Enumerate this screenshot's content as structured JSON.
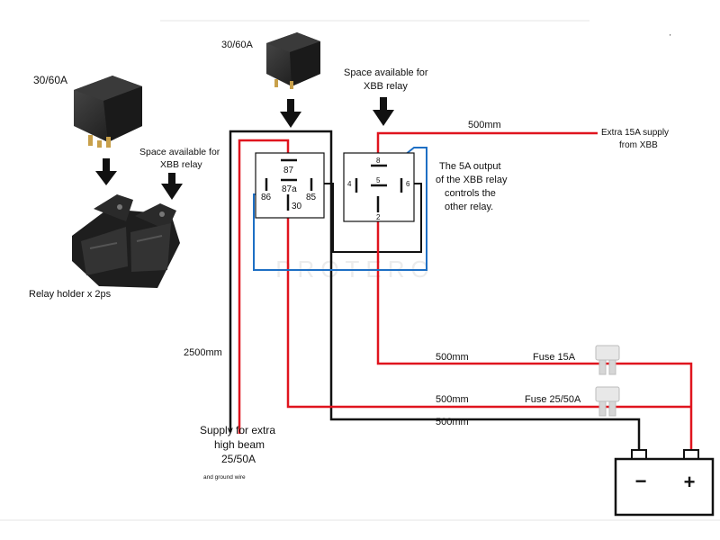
{
  "relay_photo": {
    "rating": "30/60A"
  },
  "relay_top": {
    "rating": "30/60A"
  },
  "xbb_left": {
    "line1": "Space available for",
    "line2": "XBB relay"
  },
  "xbb_top": {
    "line1": "Space available for",
    "line2": "XBB relay"
  },
  "holder": {
    "caption": "Relay holder x 2ps"
  },
  "relay_a_pins": {
    "p87": "87",
    "p87a": "87a",
    "p86": "86",
    "p85": "85",
    "p30": "30"
  },
  "relay_b_pins": {
    "p8": "8",
    "p4": "4",
    "p5": "5",
    "p6": "6",
    "p2": "2"
  },
  "note": {
    "line1": "The 5A output",
    "line2": "of the XBB relay",
    "line3": "controls the",
    "line4": "other relay."
  },
  "extra_supply": {
    "line1": "Extra 15A supply",
    "line2": "from XBB"
  },
  "lengths": {
    "top": "500mm",
    "vertical": "2500mm",
    "fuse15": "500mm",
    "fuse25": "500mm",
    "ground": "500mm"
  },
  "fuses": {
    "f15": "Fuse 15A",
    "f25": "Fuse 25/50A"
  },
  "supply": {
    "line1": "Supply for extra",
    "line2": "high beam",
    "line3": "25/50A",
    "ground_note": "and ground wire"
  },
  "battery": {
    "neg": "−",
    "pos": "+"
  },
  "watermark": "PROTERO",
  "colors": {
    "red": "#e0141e",
    "black": "#111111",
    "blue": "#1e6fc4"
  }
}
